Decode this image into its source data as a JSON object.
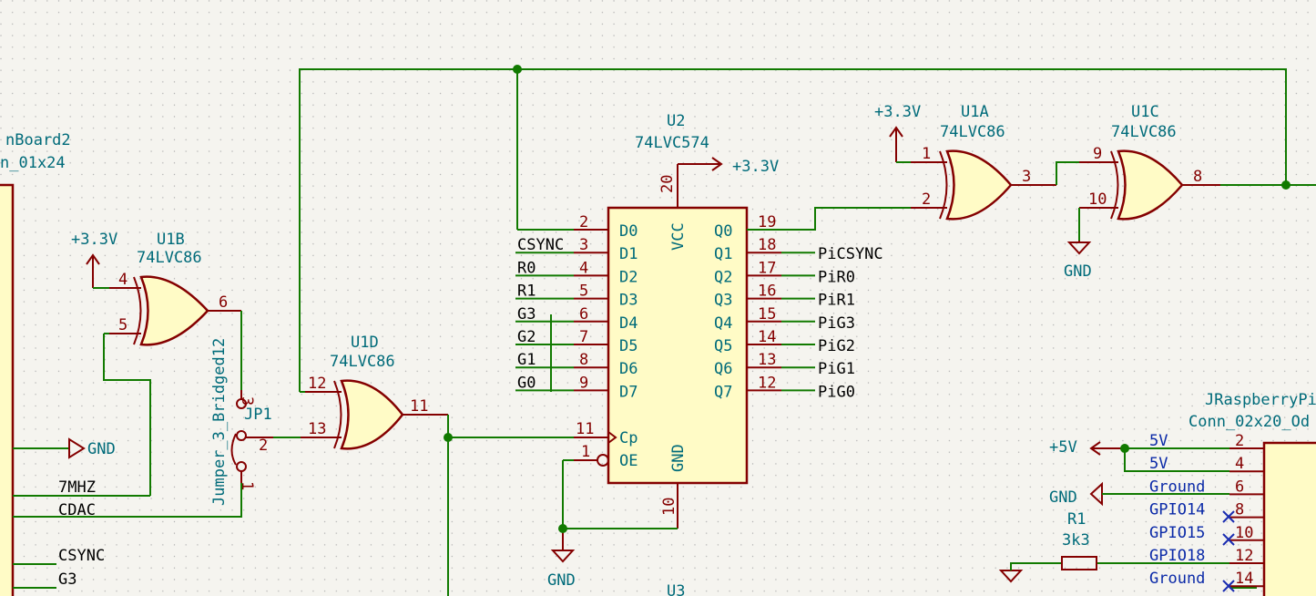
{
  "connector_left": {
    "ref": "nBoard2",
    "value": "n_01x24",
    "labels": [
      "GND",
      "7MHZ",
      "CDAC",
      "CSYNC",
      "G3"
    ]
  },
  "u1a": {
    "ref": "U1A",
    "value": "74LVC86",
    "pins": [
      "1",
      "2",
      "3"
    ],
    "power": "+3.3V"
  },
  "u1b": {
    "ref": "U1B",
    "value": "74LVC86",
    "pins": [
      "4",
      "5",
      "6"
    ],
    "power": "+3.3V"
  },
  "u1c": {
    "ref": "U1C",
    "value": "74LVC86",
    "pins": [
      "9",
      "10",
      "8"
    ],
    "gnd": "GND"
  },
  "u1d": {
    "ref": "U1D",
    "value": "74LVC86",
    "pins": [
      "12",
      "13",
      "11"
    ]
  },
  "jp1": {
    "ref": "JP1",
    "value": "Jumper_3_Bridged12",
    "pins": [
      "3",
      "2",
      "1"
    ]
  },
  "u2": {
    "ref": "U2",
    "value": "74LVC574",
    "power": "+3.3V",
    "gnd": "GND",
    "vcc_pin": "20",
    "gnd_pin": "10",
    "vcc_name": "VCC",
    "gnd_name": "GND",
    "left_pins": [
      {
        "num": "2",
        "name": "D0",
        "net": ""
      },
      {
        "num": "3",
        "name": "D1",
        "net": "CSYNC"
      },
      {
        "num": "4",
        "name": "D2",
        "net": "R0"
      },
      {
        "num": "5",
        "name": "D3",
        "net": "R1"
      },
      {
        "num": "6",
        "name": "D4",
        "net": "G3"
      },
      {
        "num": "7",
        "name": "D5",
        "net": "G2"
      },
      {
        "num": "8",
        "name": "D6",
        "net": "G1"
      },
      {
        "num": "9",
        "name": "D7",
        "net": "G0"
      }
    ],
    "right_pins": [
      {
        "num": "19",
        "name": "Q0",
        "net": ""
      },
      {
        "num": "18",
        "name": "Q1",
        "net": "PiCSYNC"
      },
      {
        "num": "17",
        "name": "Q2",
        "net": "PiR0"
      },
      {
        "num": "16",
        "name": "Q3",
        "net": "PiR1"
      },
      {
        "num": "15",
        "name": "Q4",
        "net": "PiG3"
      },
      {
        "num": "14",
        "name": "Q5",
        "net": "PiG2"
      },
      {
        "num": "13",
        "name": "Q6",
        "net": "PiG1"
      },
      {
        "num": "12",
        "name": "Q7",
        "net": "PiG0"
      }
    ],
    "cp": {
      "num": "11",
      "name": "Cp"
    },
    "oe": {
      "num": "1",
      "name": "OE"
    }
  },
  "u3": {
    "ref": "U3"
  },
  "rpi": {
    "ref": "JRaspberryPi",
    "value": "Conn_02x20_Od",
    "pins": [
      {
        "num": "2",
        "name": "5V"
      },
      {
        "num": "4",
        "name": "5V"
      },
      {
        "num": "6",
        "name": "Ground"
      },
      {
        "num": "8",
        "name": "GPIO14"
      },
      {
        "num": "10",
        "name": "GPIO15"
      },
      {
        "num": "12",
        "name": "GPIO18"
      },
      {
        "num": "14",
        "name": "Ground"
      }
    ],
    "power_5v": "+5V",
    "gnd": "GND"
  },
  "r1": {
    "ref": "R1",
    "value": "3k3"
  },
  "colors": {
    "wire": "#117a00",
    "pin": "#840000",
    "body": "#fffbc6",
    "text": "#006b7a"
  }
}
